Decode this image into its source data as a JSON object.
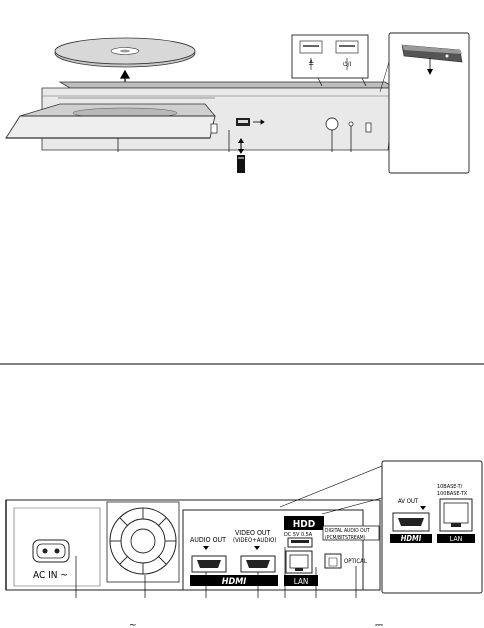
{
  "front": {
    "eject_label": "≙",
    "power_label": "⏻/I",
    "usb_icon": "usb-icon"
  },
  "rear": {
    "ac_in": "AC IN ~",
    "audio_out": "AUDIO OUT",
    "video_out": "VIDEO OUT",
    "video_audio": "(VIDEO+AUDIO)",
    "av_out": "AV OUT",
    "hdmi": "HDMI",
    "lan": "LAN",
    "hdd": "HDD",
    "usb_spec": "DC 5V 0.5A",
    "digital_audio_out": "DIGITAL AUDIO OUT",
    "pcm_bitstream": "(PCM/BITSTREAM)",
    "optical": "OPTICAL",
    "lan_spec_1": "10BASE-T/",
    "lan_spec_2": "100BASE-TX",
    "bottom_ac_symbol": "∼",
    "bottom_dc_symbol": "⎓"
  }
}
